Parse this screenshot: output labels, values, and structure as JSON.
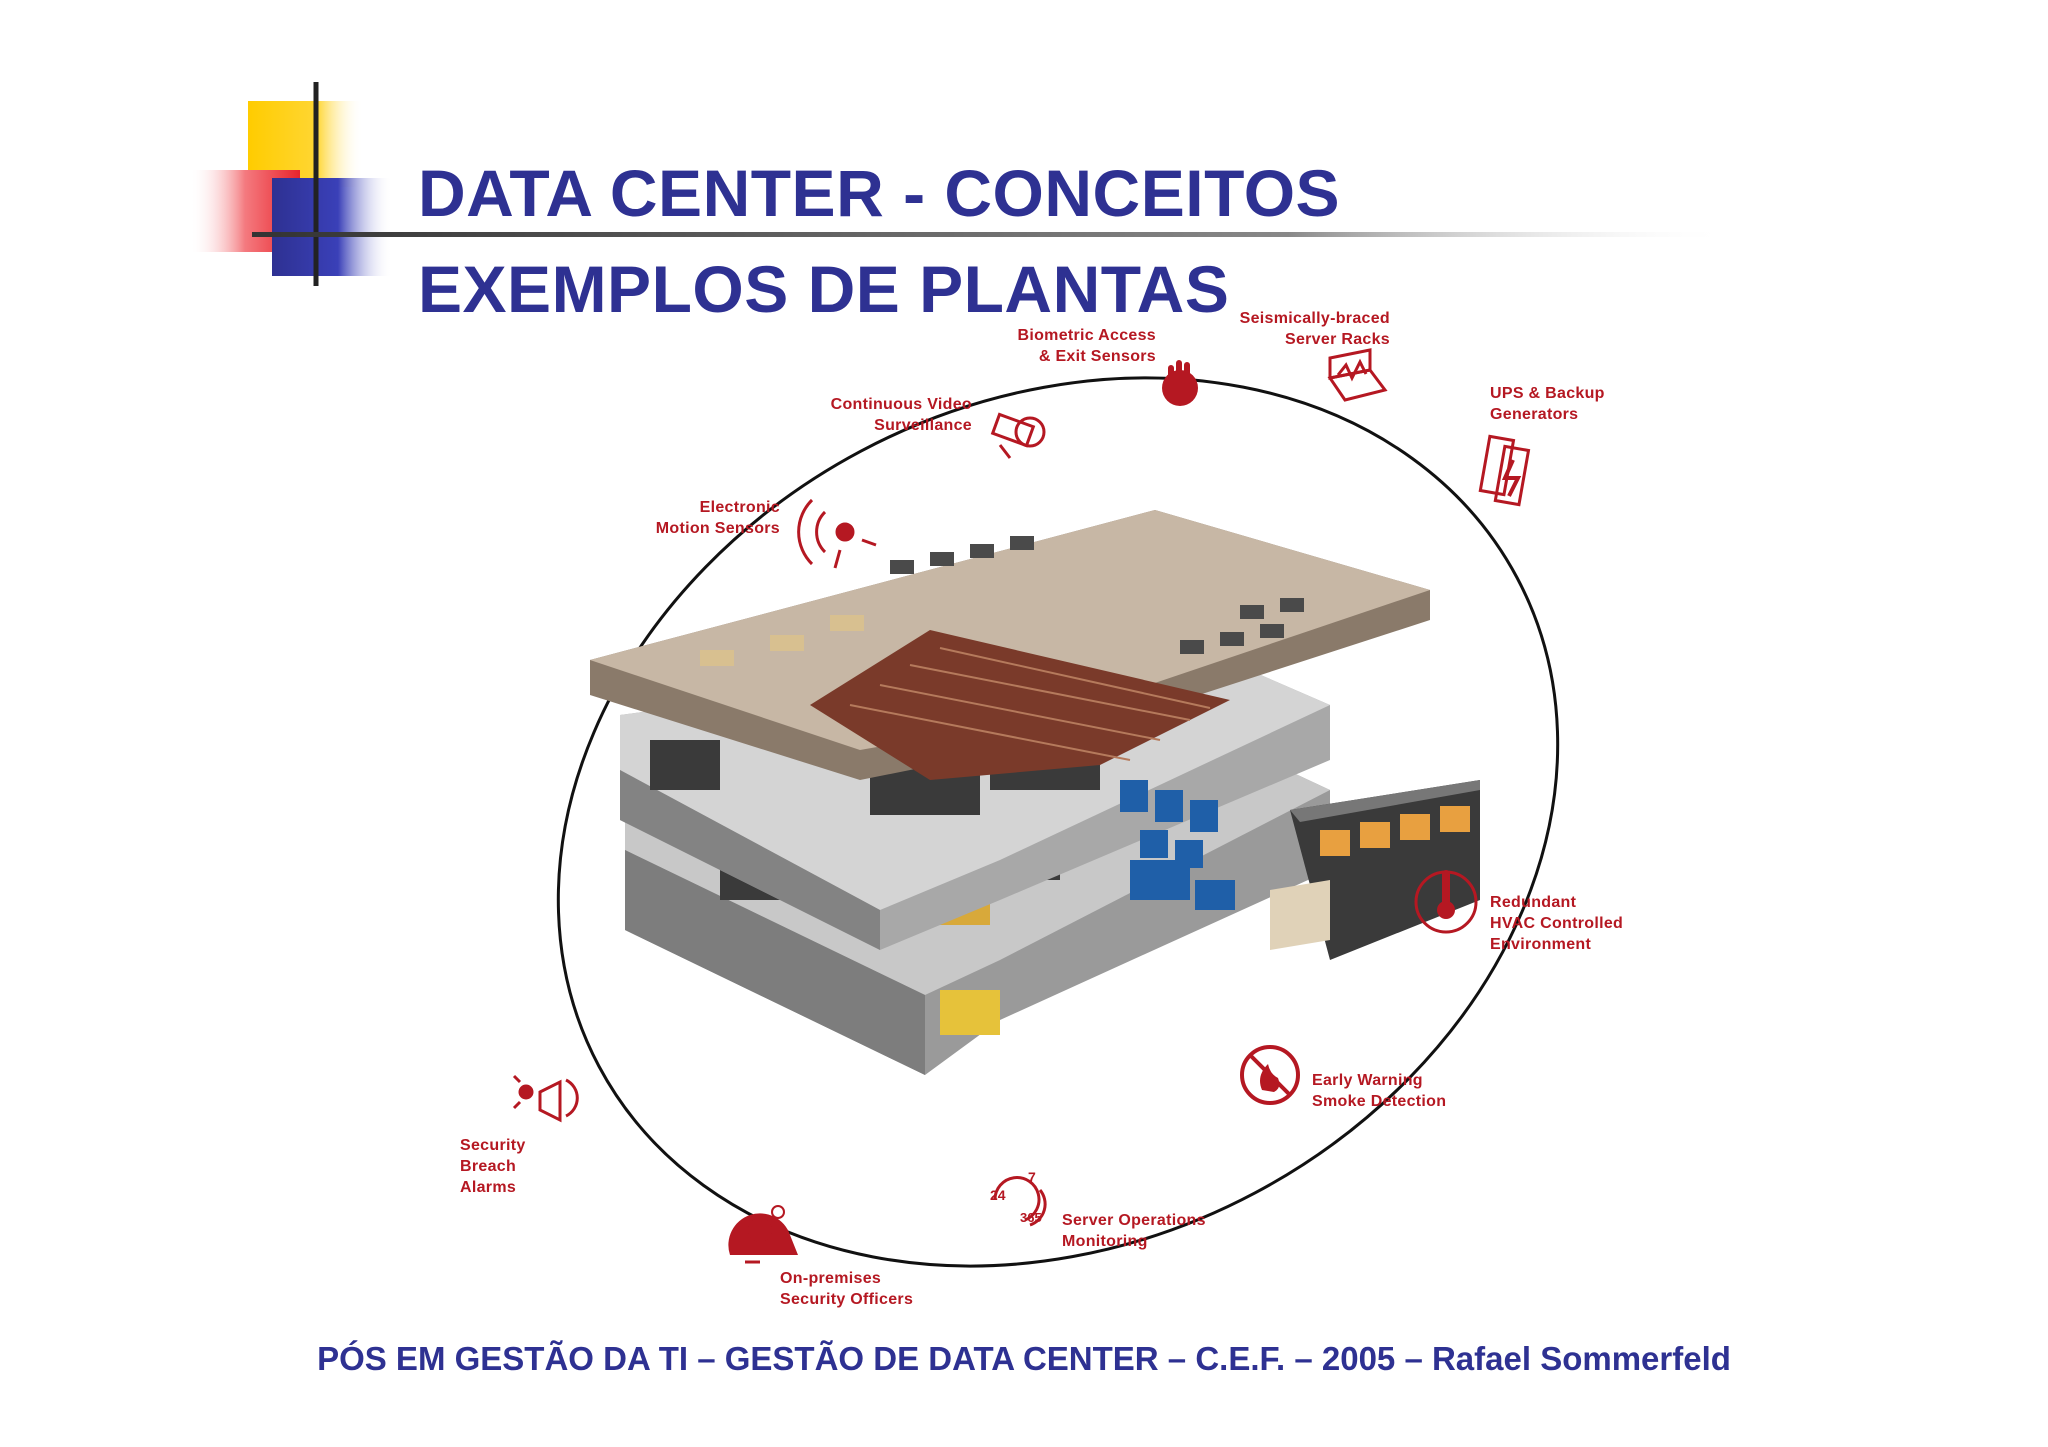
{
  "slide": {
    "title_line1": "DATA CENTER - CONCEITOS",
    "title_line2": "EXEMPLOS DE PLANTAS",
    "footer": "PÓS EM GESTÃO DA TI – GESTÃO DE DATA CENTER – C.E.F. – 2005 – Rafael Sommerfeld"
  },
  "diagram": {
    "labels": {
      "biometric": "Biometric Access\n& Exit Sensors",
      "seismic": "Seismically-braced\nServer Racks",
      "ups": "UPS & Backup\nGenerators",
      "video": "Continuous Video\nSurveillance",
      "motion": "Electronic\nMotion Sensors",
      "hvac": "Redundant\nHVAC Controlled\nEnvironment",
      "smoke": "Early Warning\nSmoke Detection",
      "server_ops": "Server Operations\nMonitoring",
      "officers": "On-premises\nSecurity Officers",
      "alarms": "Security\nBreach\nAlarms"
    },
    "icon_text": {
      "hours": "24",
      "days": "7",
      "year": "365"
    }
  },
  "colors": {
    "title": "#2e3192",
    "accent_red": "#b51822",
    "deco_yellow": "#ffcc00",
    "deco_blue": "#2e3192",
    "deco_red": "#e8242c"
  }
}
